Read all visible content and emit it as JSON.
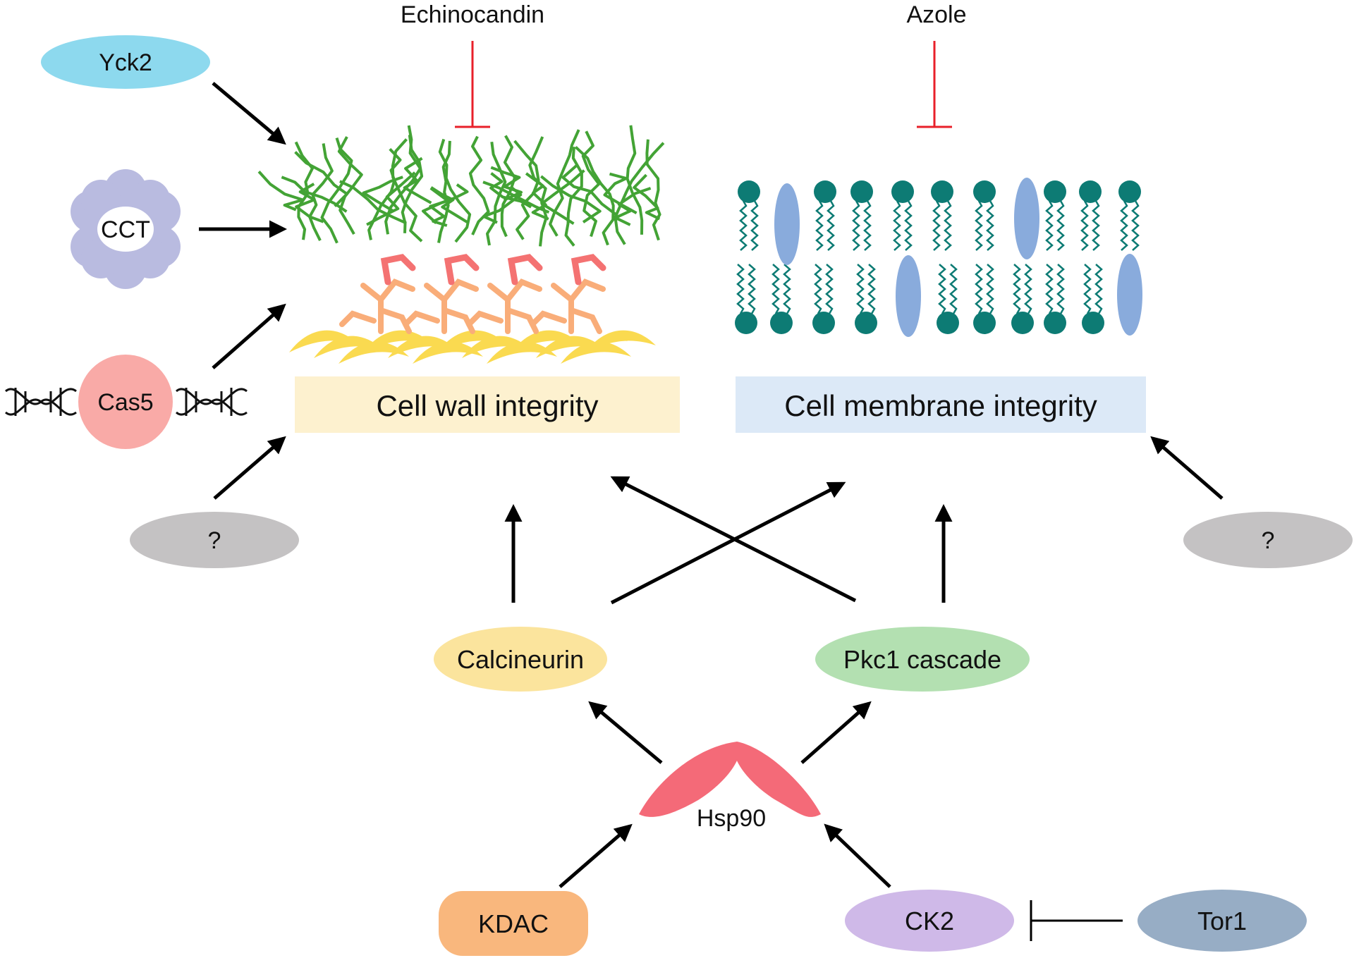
{
  "drugs": {
    "echinocandin": "Echinocandin",
    "azole": "Azole"
  },
  "nodes": {
    "yck2": "Yck2",
    "cct": "CCT",
    "cas5": "Cas5",
    "unknown_left": "?",
    "unknown_right": "?",
    "calcineurin": "Calcineurin",
    "pkc1": "Pkc1 cascade",
    "hsp90": "Hsp90",
    "kdac": "KDAC",
    "ck2": "CK2",
    "tor1": "Tor1"
  },
  "boxes": {
    "cell_wall": "Cell wall integrity",
    "cell_membrane": "Cell membrane integrity"
  },
  "colors": {
    "yck2": "#8dd9ee",
    "cct": "#b9bbe0",
    "cas5": "#f9aaa7",
    "unknown": "#c4c2c3",
    "calcineurin": "#fbe49d",
    "pkc1": "#b3e0b1",
    "hsp90": "#f46a78",
    "kdac": "#f9b77d",
    "ck2": "#cfb9e8",
    "tor1": "#97adc5",
    "cell_wall_box": "#fdf1cf",
    "cell_membrane_box": "#dce9f7",
    "inhibit": "#e8202a",
    "lipid_head": "#0d7b74",
    "sterol": "#89abdc",
    "glucan_green": "#43a335",
    "mannan_red": "#f47272",
    "orange_branch": "#f9ad79",
    "yellow_base": "#fada50"
  }
}
